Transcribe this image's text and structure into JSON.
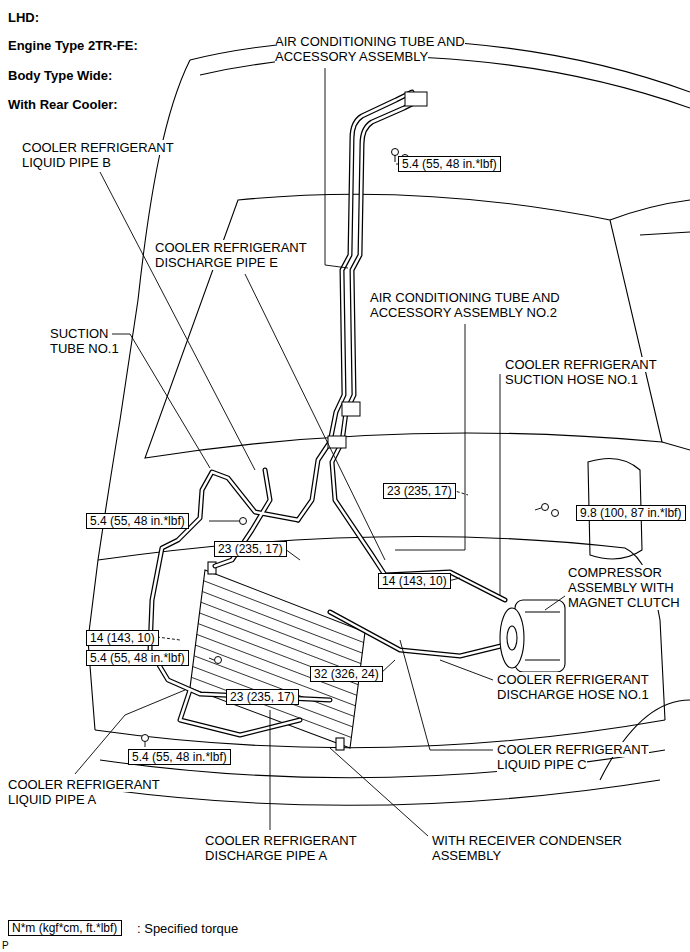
{
  "diagram": {
    "nodes": [
      {
        "text": [
          "5.4 (55, 48 in.*lbf)"
        ]
      },
      {
        "text": [
          "5.4 (55, 48 in.*lbf)"
        ]
      },
      {
        "text": [
          "23 (235, 17)"
        ]
      },
      {
        "text": [
          "23 (235, 17)"
        ]
      },
      {
        "text": [
          "9.8 (100, 87 in.*lbf)"
        ]
      },
      {
        "text": [
          "14 (143, 10)"
        ]
      },
      {
        "text": [
          "14 (143, 10)"
        ]
      },
      {
        "text": [
          "5.4 (55, 48 in.*lbf)"
        ]
      },
      {
        "text": [
          "32 (326, 24)"
        ]
      },
      {
        "text": [
          "23 (235, 17)"
        ]
      },
      {
        "text": [
          "5.4 (55, 48 in.*lbf)"
        ]
      },
      {
        "text": [
          "N*m (kgf*cm, ft.*lbf)"
        ]
      }
    ],
    "labels": [
      "LHD:",
      "Engine Type 2TR-FE:",
      "Body Type Wide:",
      "With Rear Cooler:",
      "AIR CONDITIONING TUBE AND ACCESSORY ASSEMBLY",
      "COOLER REFRIGERANT LIQUID PIPE B",
      "COOLER REFRIGERANT DISCHARGE PIPE E",
      "AIR CONDITIONING TUBE AND ACCESSORY ASSEMBLY NO.2",
      "SUCTION TUBE NO.1",
      "COOLER REFRIGERANT SUCTION HOSE NO.1",
      "COMPRESSOR ASSEMBLY WITH MAGNET CLUTCH",
      "COOLER REFRIGERANT DISCHARGE HOSE NO.1",
      "COOLER REFRIGERANT LIQUID PIPE C",
      "COOLER REFRIGERANT LIQUID PIPE A",
      "COOLER REFRIGERANT DISCHARGE PIPE A",
      "WITH RECEIVER CONDENSER ASSEMBLY",
      "P"
    ],
    "legend": [
      {
        "text": ": Specified torque"
      }
    ]
  }
}
